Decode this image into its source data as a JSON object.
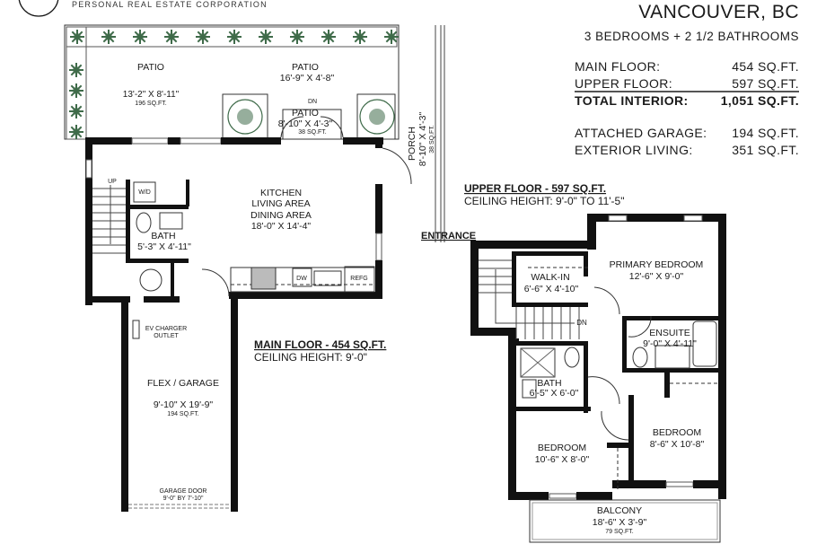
{
  "brand": {
    "tagline": "PERSONAL REAL ESTATE CORPORATION"
  },
  "summary": {
    "city": "VANCOUVER, BC",
    "bedrooms_bathrooms": "3 BEDROOMS + 2 1/2 BATHROOMS",
    "rows": [
      {
        "label": "MAIN FLOOR:",
        "value": "454 SQ.FT."
      },
      {
        "label": "UPPER FLOOR:",
        "value": "597 SQ.FT."
      },
      {
        "label": "TOTAL INTERIOR:",
        "value": "1,051 SQ.FT."
      },
      {
        "label": "ATTACHED GARAGE:",
        "value": "194 SQ.FT."
      },
      {
        "label": "EXTERIOR LIVING:",
        "value": "351 SQ.FT."
      }
    ]
  },
  "main_floor": {
    "heading": "MAIN FLOOR - 454 SQ.FT.",
    "ceiling": "CEILING HEIGHT: 9'-0\"",
    "entrance": "ENTRANCE",
    "rooms": {
      "patio1": {
        "name": "PATIO",
        "dims": "13'-2\" X 8'-11\"",
        "area": "196 SQ.FT."
      },
      "patio2": {
        "name": "PATIO",
        "dims": "16'-9\" X 4'-8\""
      },
      "patio3": {
        "name": "PATIO",
        "dims": "8'-10\" X 4'-3\"",
        "area": "38 SQ.FT."
      },
      "porch": {
        "name": "PORCH",
        "dims": "8'-10\" X 4'-3\"",
        "area": "38 SQ.FT."
      },
      "kitchen": {
        "l1": "KITCHEN",
        "l2": "LIVING AREA",
        "l3": "DINING AREA",
        "dims": "18'-0\" X 14'-4\""
      },
      "bath": {
        "name": "BATH",
        "dims": "5'-3\" X 4'-11\""
      },
      "garage": {
        "name": "FLEX / GARAGE",
        "dims": "9'-10\" X 19'-9\"",
        "area": "194 SQ.FT."
      }
    },
    "fixtures": {
      "up": "UP",
      "dn": "DN",
      "wd": "W/D",
      "dw": "DW",
      "refg": "REFG",
      "ev1": "EV CHARGER",
      "ev2": "OUTLET",
      "gd1": "GARAGE DOOR",
      "gd2": "9'-0\" BY 7'-10\""
    }
  },
  "upper_floor": {
    "heading": "UPPER FLOOR - 597 SQ.FT.",
    "ceiling": "CEILING HEIGHT: 9'-0\" TO 11'-5\"",
    "rooms": {
      "primary": {
        "name": "PRIMARY BEDROOM",
        "dims": "12'-6\" X 9'-0\""
      },
      "walkin": {
        "name": "WALK-IN",
        "dims": "6'-6\" X 4'-10\""
      },
      "ensuite": {
        "name": "ENSUITE",
        "dims": "9'-0\" X 4'-11\""
      },
      "bath": {
        "name": "BATH",
        "dims": "6'-5\" X 6'-0\""
      },
      "bedroom1": {
        "name": "BEDROOM",
        "dims": "10'-6\" X 8'-0\""
      },
      "bedroom2": {
        "name": "BEDROOM",
        "dims": "8'-6\" X 10'-8\""
      },
      "balcony": {
        "name": "BALCONY",
        "dims": "18'-6\" X 3'-9\"",
        "area": "79 SQ.FT."
      }
    },
    "fixtures": {
      "dn": "DN"
    }
  },
  "colors": {
    "walls": "#111111",
    "planting": "#3f6b4a"
  }
}
